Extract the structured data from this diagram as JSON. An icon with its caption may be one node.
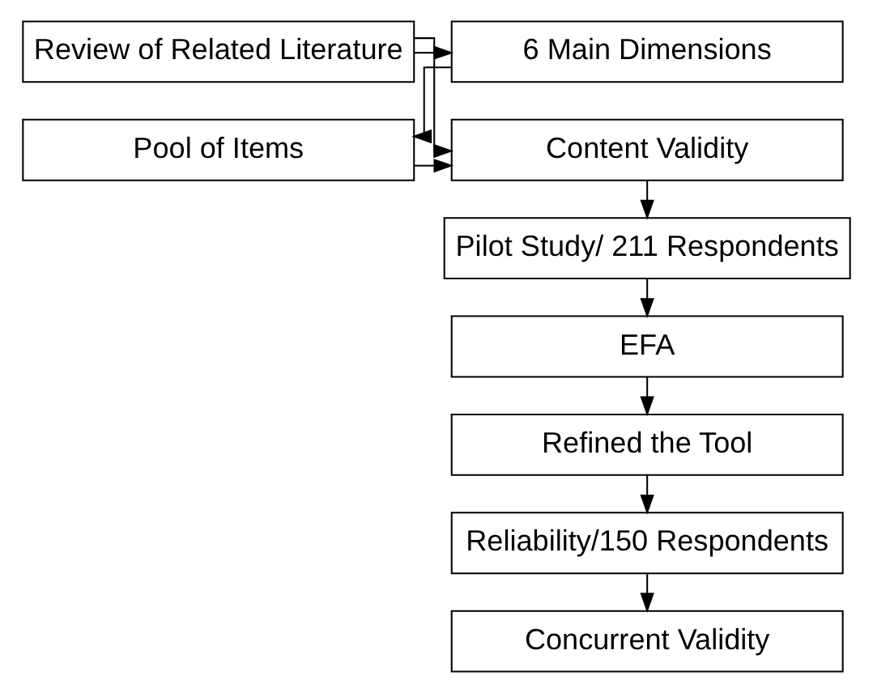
{
  "diagram": {
    "nodes": [
      {
        "text": [
          "Review of Related Literature"
        ]
      },
      {
        "text": [
          "6 Main Dimensions"
        ]
      },
      {
        "text": [
          "Content Validity"
        ]
      },
      {
        "text": [
          "Pool of Items"
        ]
      },
      {
        "text": [
          "Pilot Study/ 211 Respondents"
        ]
      },
      {
        "text": [
          "EFA"
        ]
      },
      {
        "text": [
          "Refined the Tool"
        ]
      },
      {
        "text": [
          "Reliability/150 Respondents"
        ]
      },
      {
        "text": [
          "Concurrent Validity"
        ]
      }
    ],
    "edges": [
      {
        "from": 0,
        "to": 1,
        "arrow": "to"
      },
      {
        "from": 0,
        "to": 2,
        "arrow": "to"
      },
      {
        "from": 1,
        "to": 3,
        "arrow": "to"
      },
      {
        "from": 3,
        "to": 2,
        "arrow": "to"
      },
      {
        "from": 2,
        "to": 4,
        "arrow": "to"
      },
      {
        "from": 4,
        "to": 5,
        "arrow": "to"
      },
      {
        "from": 5,
        "to": 6,
        "arrow": "to"
      },
      {
        "from": 6,
        "to": 7,
        "arrow": "to"
      },
      {
        "from": 7,
        "to": 8,
        "arrow": "to"
      }
    ]
  }
}
